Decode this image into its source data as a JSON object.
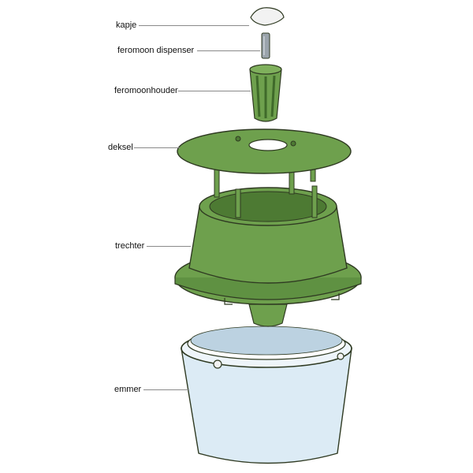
{
  "labels": {
    "cap": "kapje",
    "pheromone_dispenser": "feromoon dispenser",
    "pheromone_holder": "feromoonhouder",
    "lid": "deksel",
    "funnel": "trechter",
    "bucket": "emmer"
  },
  "colors": {
    "green": "#6ea04d",
    "green_dark": "#4d7a33",
    "outline": "#2f3a22",
    "bucket_fill": "#dcebf5",
    "bucket_rim": "#bcd2e1",
    "cap_fill": "#f2f2f2",
    "leader_line": "#8a8a8a"
  }
}
